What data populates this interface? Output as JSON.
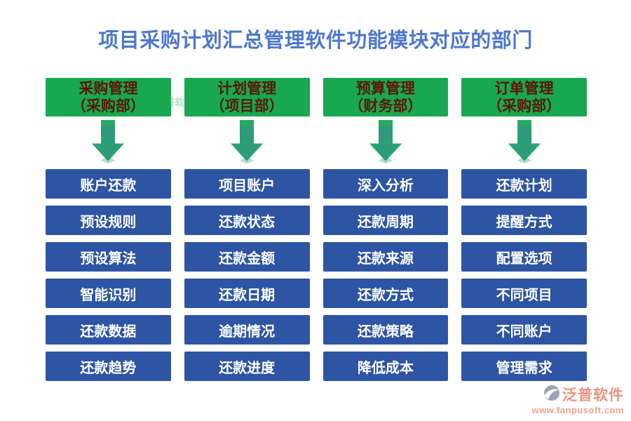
{
  "title": "项目采购计划汇总管理软件功能模块对应的部门",
  "watermark": {
    "brand": "泛普软件"
  },
  "columns": [
    {
      "header": {
        "line1": "采购管理",
        "line2": "（采购部）"
      },
      "items": [
        "账户还款",
        "预设规则",
        "预设算法",
        "智能识别",
        "还款数据",
        "还款趋势"
      ]
    },
    {
      "header": {
        "line1": "计划管理",
        "line2": "（项目部）"
      },
      "items": [
        "项目账户",
        "还款状态",
        "还款金额",
        "还款日期",
        "逾期情况",
        "还款进度"
      ]
    },
    {
      "header": {
        "line1": "预算管理",
        "line2": "（财务部）"
      },
      "items": [
        "深入分析",
        "还款周期",
        "还款来源",
        "还款方式",
        "还款策略",
        "降低成本"
      ]
    },
    {
      "header": {
        "line1": "订单管理",
        "line2": "（采购部）"
      },
      "items": [
        "还款计划",
        "提醒方式",
        "配置选项",
        "不同项目",
        "不同账户",
        "管理需求"
      ]
    }
  ],
  "footer": {
    "brand": "泛普软件",
    "url": "www.fanpusoft.com"
  },
  "colors": {
    "title": "#4E78CE",
    "header_bg": "#18A850",
    "header_text": "#5B1608",
    "box_bg": "#2E54A4",
    "box_text": "#FFFFFF",
    "arrow": "#2E9C7C",
    "arrow_stripe": "#24B351",
    "watermark": "#7FCE9E",
    "footer_brand": "#EE9181",
    "footer_url": "#F0A091",
    "footer_icon": "#9AA4B5"
  }
}
